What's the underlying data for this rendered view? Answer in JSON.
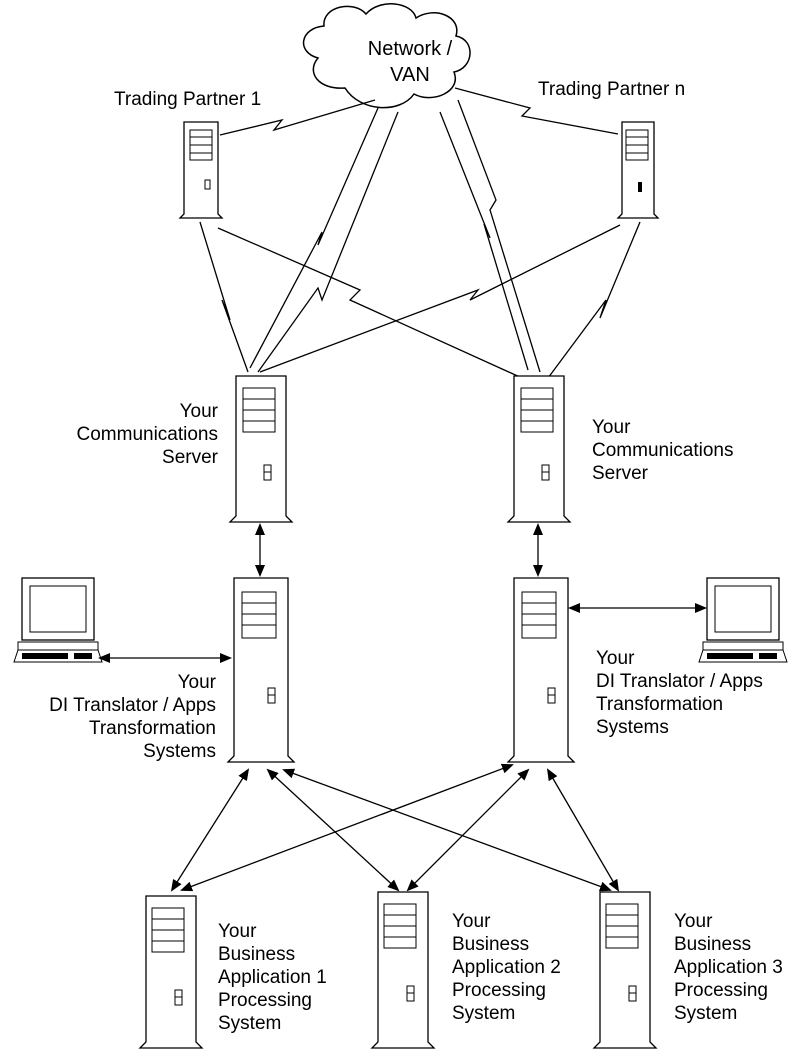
{
  "network": {
    "line1": "Network /",
    "line2": "VAN"
  },
  "partners": {
    "partner1": "Trading Partner 1",
    "partnerN": "Trading Partner n"
  },
  "comm_servers": {
    "left": [
      "Your",
      "Communications",
      "Server"
    ],
    "right": [
      "Your",
      "Communications",
      "Server"
    ]
  },
  "translators": {
    "left": [
      "Your",
      "DI Translator / Apps",
      "Transformation",
      "Systems"
    ],
    "right": [
      "Your",
      "DI Translator / Apps",
      "Transformation",
      "Systems"
    ]
  },
  "business_apps": {
    "app1": [
      "Your",
      "Business",
      "Application 1",
      "Processing",
      "System"
    ],
    "app2": [
      "Your",
      "Business",
      "Application 2",
      "Processing",
      "System"
    ],
    "app3": [
      "Your",
      "Business",
      "Application 3",
      "Processing",
      "System"
    ]
  },
  "colors": {
    "stroke": "#000000",
    "fill": "#ffffff",
    "cloud_fill": "#ffffff"
  }
}
